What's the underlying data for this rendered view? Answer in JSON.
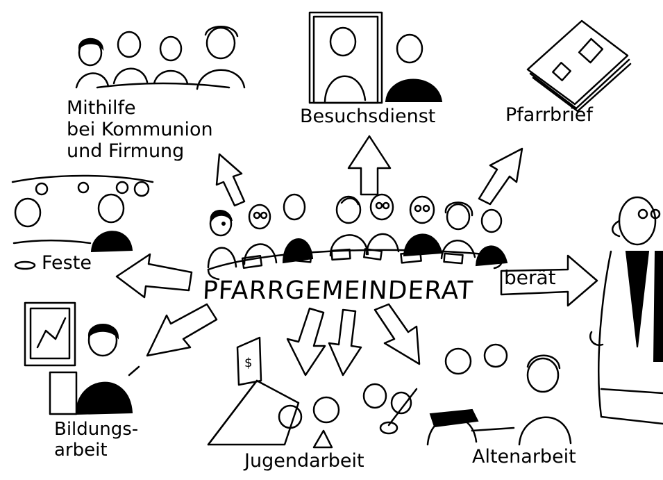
{
  "center": {
    "label": "PFARRGEMEINDERAT"
  },
  "groups": {
    "mithilfe": {
      "lines": [
        "Mithilfe",
        "bei Kommunion",
        "und Firmung"
      ]
    },
    "besuchsdienst": {
      "label": "Besuchsdienst"
    },
    "pfarrbrief": {
      "label": "Pfarrbrief"
    },
    "feste": {
      "label": "Feste"
    },
    "beraet": {
      "label": "berät"
    },
    "bildungsarbeit": {
      "lines": [
        "Bildungs-",
        "arbeit"
      ]
    },
    "jugendarbeit": {
      "label": "Jugendarbeit"
    },
    "altenarbeit": {
      "label": "Altenarbeit"
    }
  },
  "colors": {
    "ink": "#000000",
    "paper": "#ffffff",
    "robe": "#111111"
  },
  "icons": [
    "arrow-up-icon",
    "arrow-left-icon",
    "arrow-right-icon",
    "arrow-down-icon",
    "priest-figure",
    "council-table",
    "newsletter-icon",
    "tent-icon",
    "flag-icon",
    "easel-icon"
  ]
}
